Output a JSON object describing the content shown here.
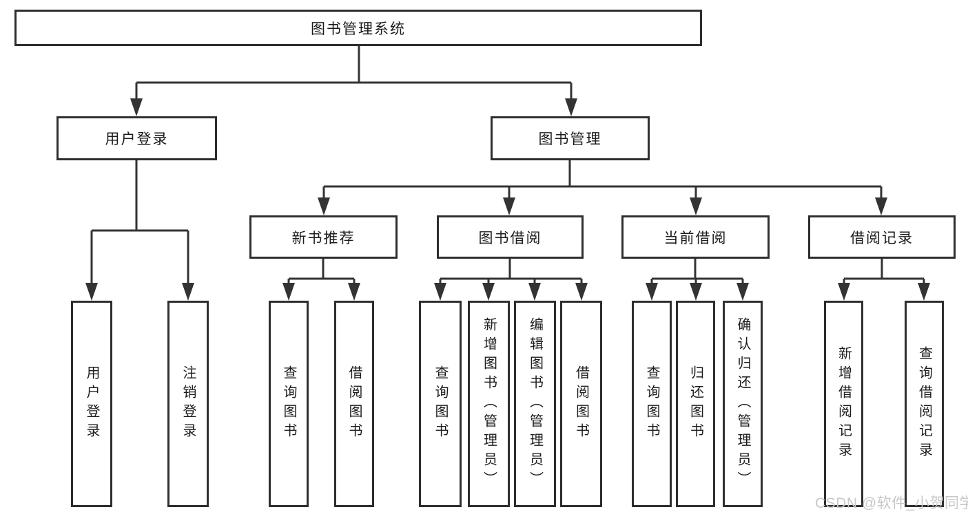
{
  "tree": {
    "root": {
      "label": "图书管理系统"
    },
    "user_login": {
      "label": "用户登录",
      "children": [
        {
          "label": "用户登录"
        },
        {
          "label": "注销登录"
        }
      ]
    },
    "book_management": {
      "label": "图书管理",
      "children": [
        {
          "label": "新书推荐",
          "children": [
            {
              "label": "查询图书"
            },
            {
              "label": "借阅图书"
            }
          ]
        },
        {
          "label": "图书借阅",
          "children": [
            {
              "label": "查询图书"
            },
            {
              "label": "新增图书（管理员）"
            },
            {
              "label": "编辑图书（管理员）"
            },
            {
              "label": "借阅图书"
            }
          ]
        },
        {
          "label": "当前借阅",
          "children": [
            {
              "label": "查询图书"
            },
            {
              "label": "归还图书"
            },
            {
              "label": "确认归还（管理员）"
            }
          ]
        },
        {
          "label": "借阅记录",
          "children": [
            {
              "label": "新增借阅记录"
            },
            {
              "label": "查询借阅记录"
            }
          ]
        }
      ]
    }
  },
  "watermark": "CSDN @软件_小贺同学",
  "colors": {
    "line": "#333333",
    "box_border": "#2e2e2e",
    "text": "#1c1c1c",
    "watermark": "#c8c8c8",
    "background": "#ffffff"
  }
}
